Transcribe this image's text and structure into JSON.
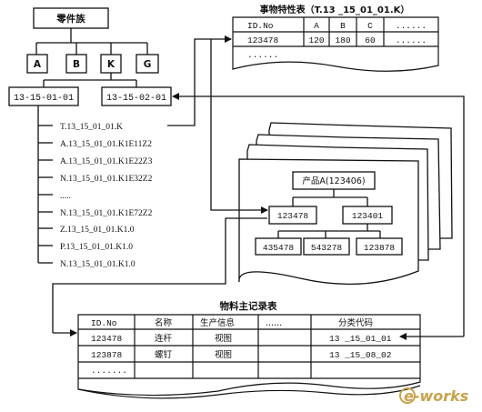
{
  "parts_family": {
    "title": "零件族",
    "groups": [
      "A",
      "B",
      "K",
      "G"
    ],
    "codes": [
      "13-15-01-01",
      "13-15-02-01"
    ],
    "tree_items": [
      "T.13_15_01_01.K",
      "A.13_15_01_01.K1E11Z2",
      "A.13_15_01_01.K1E22Z3",
      "N.13_15_01_01.K1E32Z2",
      ".....",
      "N.13_15_01_01.K1E72Z2",
      "Z.13_15_01_01.K1.0",
      "P.13_15_01_01.K1.0",
      "N.13_15_01_01.K1.0"
    ]
  },
  "feature_table": {
    "title": "事物特性表（T.13 _15_01_01.K）",
    "headers": [
      "ID.No",
      "A",
      "B",
      "C",
      "......"
    ],
    "row": [
      "123478",
      "120",
      "180",
      "60",
      "......"
    ],
    "more": "......"
  },
  "product": {
    "root": "产品A(123406)",
    "mid": [
      "123478",
      "123401"
    ],
    "leaves": [
      "435478",
      "543278",
      "123878"
    ]
  },
  "master_table": {
    "title": "物料主记录表",
    "headers": [
      "ID.No",
      "名称",
      "生产信息",
      "......",
      "分类代码"
    ],
    "rows": [
      [
        "123478",
        "连杆",
        "视图",
        "",
        "13 _15_01_01"
      ],
      [
        "123878",
        "螺钉",
        "视图",
        "",
        "13 _15_08_02"
      ],
      [
        ".......",
        "",
        "",
        "",
        ""
      ]
    ]
  },
  "watermark": "e-works"
}
